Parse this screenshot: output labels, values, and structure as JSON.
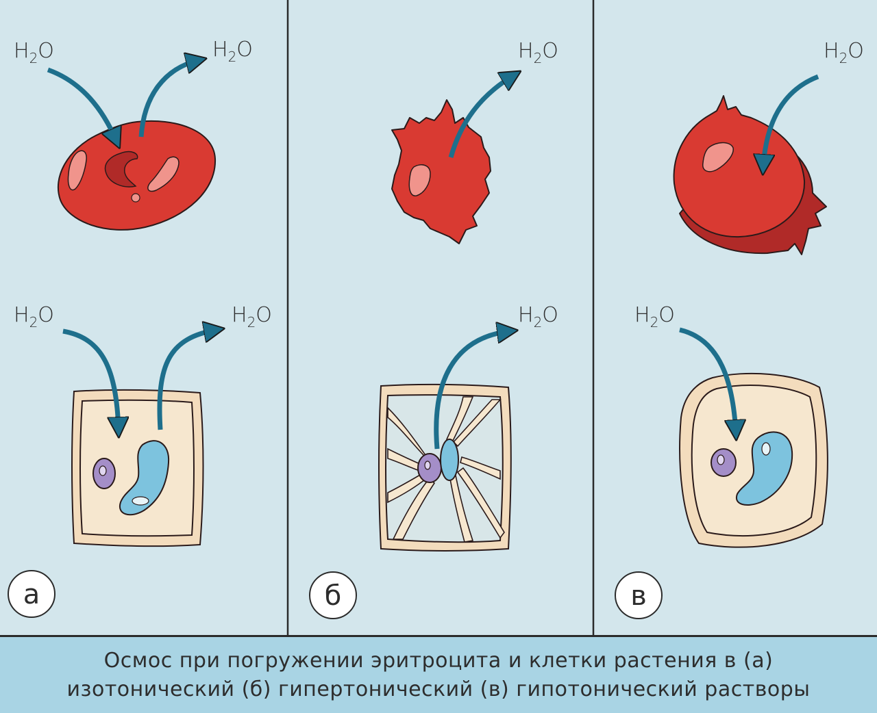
{
  "labels": {
    "water": "H",
    "water_sub": "2",
    "water_end": "O"
  },
  "panels": [
    {
      "letter": "а"
    },
    {
      "letter": "б"
    },
    {
      "letter": "в"
    }
  ],
  "caption": {
    "line1": "Осмос при погружении эритроцита и клетки растения в (а)",
    "line2": "изотонический (б) гипертонический (в) гипотонический растворы"
  },
  "colors": {
    "background": "#d3e6ec",
    "caption_bg": "#a9d4e4",
    "erythrocyte": "#d93a32",
    "erythrocyte_dark": "#b02a28",
    "cell_wall": "#f3dcbd",
    "cytoplasm": "#f6e7cf",
    "vacuole": "#7dc3de",
    "nucleus": "#a48ec8",
    "arrow": "#1e6f8c"
  }
}
